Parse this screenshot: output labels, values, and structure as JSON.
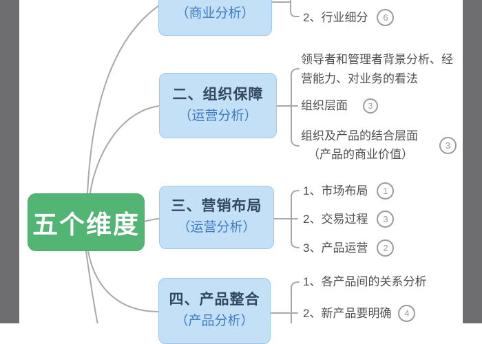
{
  "root": {
    "label": "五个维度"
  },
  "branches": [
    {
      "title": "",
      "subtitle": "（商业分析）",
      "items": [
        {
          "text": "2、行业细分",
          "badge": "6"
        }
      ]
    },
    {
      "title": "二、组织保障",
      "subtitle": "（运营分析）",
      "items": [
        {
          "text": "领导者和管理者背景分析、经营能力、对业务的看法"
        },
        {
          "text": "组织层面",
          "badge": "3"
        },
        {
          "text": "组织及产品的结合层面",
          "text2": "（产品的商业价值）",
          "badge": "3"
        }
      ]
    },
    {
      "title": "三、营销布局",
      "subtitle": "（运营分析）",
      "items": [
        {
          "text": "1、市场布局",
          "badge": "1"
        },
        {
          "text": "2、交易过程",
          "badge": "3"
        },
        {
          "text": "3、产品运营",
          "badge": "2"
        }
      ]
    },
    {
      "title": "四、产品整合",
      "subtitle": "（产品分析）",
      "items": [
        {
          "text": "1、各产品间的关系分析"
        },
        {
          "text": "2、新产品要明确",
          "badge": "4"
        }
      ]
    }
  ],
  "colors": {
    "canvas": "#ffffff",
    "bar": "#6e6e70",
    "root-fill": "#52b573",
    "root-text": "#ffffff",
    "box-fill": "#c3e0f6",
    "box-border": "#9ecaea",
    "box-title": "#33475e",
    "box-subtitle": "#3d7ac2",
    "item-text": "#4f4f4f",
    "badge": "#9b9b9b",
    "line": "#a8a8a8"
  }
}
